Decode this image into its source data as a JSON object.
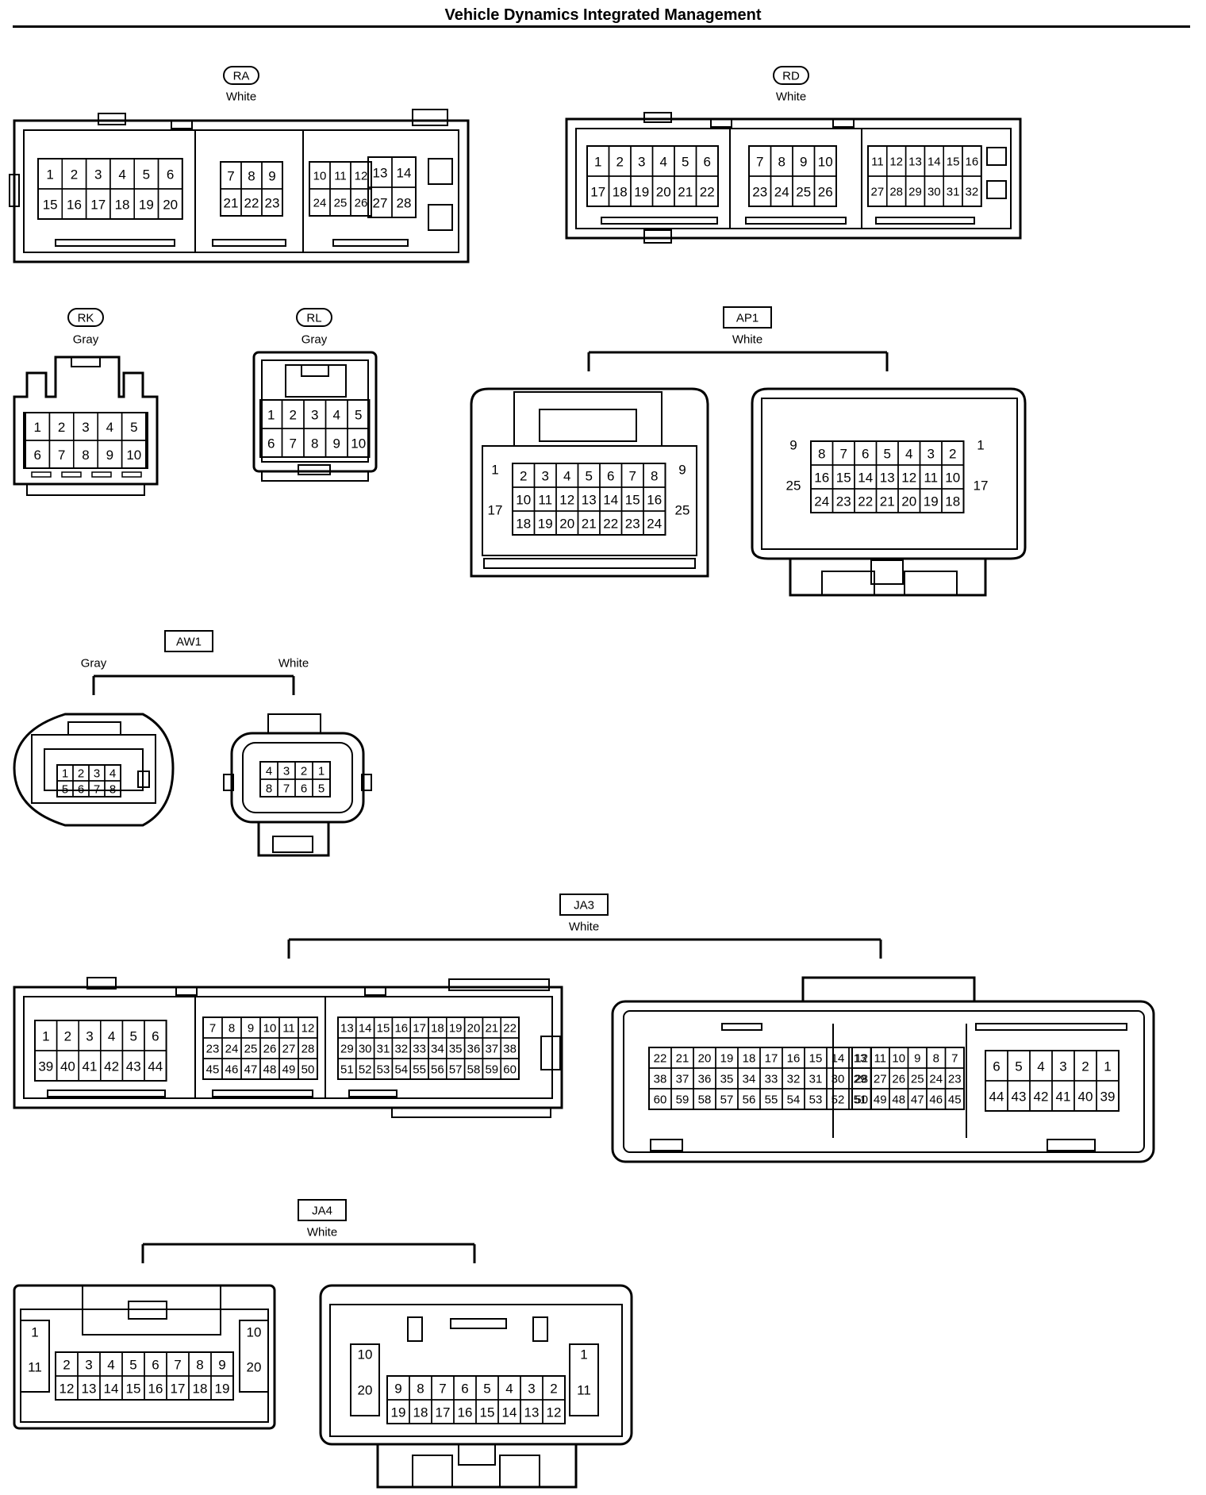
{
  "title": "Vehicle Dynamics Integrated Management",
  "connectors": {
    "ra": {
      "tag": "RA",
      "color": "White",
      "blocks": [
        [
          [
            "1",
            "2",
            "3",
            "4",
            "5",
            "6"
          ],
          [
            "15",
            "16",
            "17",
            "18",
            "19",
            "20"
          ]
        ],
        [
          [
            "7",
            "8",
            "9"
          ],
          [
            "21",
            "22",
            "23"
          ]
        ],
        [
          [
            "10",
            "11",
            "12"
          ],
          [
            "24",
            "25",
            "26"
          ]
        ],
        [
          [
            "13",
            "14"
          ],
          [
            "27",
            "28"
          ]
        ]
      ]
    },
    "rd": {
      "tag": "RD",
      "color": "White",
      "blocks": [
        [
          [
            "1",
            "2",
            "3",
            "4",
            "5",
            "6"
          ],
          [
            "17",
            "18",
            "19",
            "20",
            "21",
            "22"
          ]
        ],
        [
          [
            "7",
            "8",
            "9",
            "10"
          ],
          [
            "23",
            "24",
            "25",
            "26"
          ]
        ],
        [
          [
            "11",
            "12",
            "13",
            "14",
            "15",
            "16"
          ],
          [
            "27",
            "28",
            "29",
            "30",
            "31",
            "32"
          ]
        ]
      ]
    },
    "rk": {
      "tag": "RK",
      "color": "Gray",
      "blocks": [
        [
          [
            "1",
            "2",
            "3",
            "4",
            "5"
          ],
          [
            "6",
            "7",
            "8",
            "9",
            "10"
          ]
        ]
      ]
    },
    "rl": {
      "tag": "RL",
      "color": "Gray",
      "blocks": [
        [
          [
            "1",
            "2",
            "3",
            "4",
            "5"
          ],
          [
            "6",
            "7",
            "8",
            "9",
            "10"
          ]
        ]
      ]
    },
    "ap1": {
      "tag": "AP1",
      "color": "White",
      "left": {
        "outer_left": [
          "1",
          "17"
        ],
        "grid": [
          [
            "2",
            "3",
            "4",
            "5",
            "6",
            "7",
            "8"
          ],
          [
            "10",
            "11",
            "12",
            "13",
            "14",
            "15",
            "16"
          ],
          [
            "18",
            "19",
            "20",
            "21",
            "22",
            "23",
            "24"
          ]
        ],
        "outer_right": [
          "9",
          "25"
        ]
      },
      "right": {
        "outer_left": [
          "9",
          "25"
        ],
        "grid": [
          [
            "8",
            "7",
            "6",
            "5",
            "4",
            "3",
            "2"
          ],
          [
            "16",
            "15",
            "14",
            "13",
            "12",
            "11",
            "10"
          ],
          [
            "24",
            "23",
            "22",
            "21",
            "20",
            "19",
            "18"
          ]
        ],
        "outer_right": [
          "1",
          "17"
        ]
      }
    },
    "aw1": {
      "tag": "AW1",
      "left_color": "Gray",
      "right_color": "White",
      "left_grid": [
        [
          "1",
          "2",
          "3",
          "4"
        ],
        [
          "5",
          "6",
          "7",
          "8"
        ]
      ],
      "right_grid": [
        [
          "4",
          "3",
          "2",
          "1"
        ],
        [
          "8",
          "7",
          "6",
          "5"
        ]
      ]
    },
    "ja3": {
      "tag": "JA3",
      "color": "White",
      "left_blocks": [
        [
          [
            "1",
            "2",
            "3",
            "4",
            "5",
            "6"
          ],
          [
            "39",
            "40",
            "41",
            "42",
            "43",
            "44"
          ]
        ],
        [
          [
            "7",
            "8",
            "9",
            "10",
            "11",
            "12"
          ],
          [
            "23",
            "24",
            "25",
            "26",
            "27",
            "28"
          ],
          [
            "45",
            "46",
            "47",
            "48",
            "49",
            "50"
          ]
        ],
        [
          [
            "13",
            "14",
            "15",
            "16",
            "17",
            "18",
            "19",
            "20",
            "21",
            "22"
          ],
          [
            "29",
            "30",
            "31",
            "32",
            "33",
            "34",
            "35",
            "36",
            "37",
            "38"
          ],
          [
            "51",
            "52",
            "53",
            "54",
            "55",
            "56",
            "57",
            "58",
            "59",
            "60"
          ]
        ]
      ],
      "right_blocks": [
        [
          [
            "22",
            "21",
            "20",
            "19",
            "18",
            "17",
            "16",
            "15",
            "14",
            "13"
          ],
          [
            "38",
            "37",
            "36",
            "35",
            "34",
            "33",
            "32",
            "31",
            "30",
            "29"
          ],
          [
            "60",
            "59",
            "58",
            "57",
            "56",
            "55",
            "54",
            "53",
            "52",
            "51"
          ]
        ],
        [
          [
            "12",
            "11",
            "10",
            "9",
            "8",
            "7"
          ],
          [
            "28",
            "27",
            "26",
            "25",
            "24",
            "23"
          ],
          [
            "50",
            "49",
            "48",
            "47",
            "46",
            "45"
          ]
        ],
        [
          [
            "6",
            "5",
            "4",
            "3",
            "2",
            "1"
          ],
          [
            "44",
            "43",
            "42",
            "41",
            "40",
            "39"
          ]
        ]
      ]
    },
    "ja4": {
      "tag": "JA4",
      "color": "White",
      "left": {
        "outer_left": [
          "1",
          "11"
        ],
        "grid": [
          [
            "2",
            "3",
            "4",
            "5",
            "6",
            "7",
            "8",
            "9"
          ],
          [
            "12",
            "13",
            "14",
            "15",
            "16",
            "17",
            "18",
            "19"
          ]
        ],
        "outer_right": [
          "10",
          "20"
        ]
      },
      "right": {
        "outer_left": [
          "10",
          "20"
        ],
        "grid": [
          [
            "9",
            "8",
            "7",
            "6",
            "5",
            "4",
            "3",
            "2"
          ],
          [
            "19",
            "18",
            "17",
            "16",
            "15",
            "14",
            "13",
            "12"
          ]
        ],
        "outer_right": [
          "1",
          "11"
        ]
      }
    }
  }
}
